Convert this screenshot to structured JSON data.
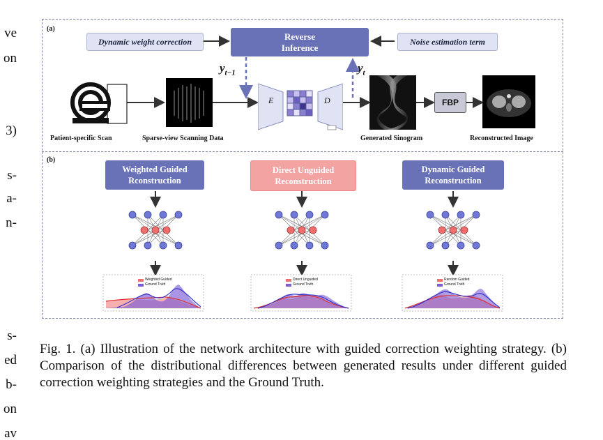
{
  "left_column_fragments": [
    "ve",
    "on",
    "3)",
    "s-",
    "a-",
    "n-",
    "s-",
    "ed",
    "b-",
    "on",
    "av"
  ],
  "figure": {
    "panel_a_label": "(a)",
    "panel_b_label": "(b)",
    "dynamic_weight_correction": "Dynamic weight correction",
    "noise_estimation_term": "Noise estimation term",
    "reverse_inference_line1": "Reverse",
    "reverse_inference_line2": "Inference",
    "y_t_minus_1": "y",
    "y_t_minus_1_sub": "t−1",
    "y_t": "y",
    "y_t_sub": "t",
    "encoder_label": "E",
    "decoder_label": "D",
    "fbp_label": "FBP",
    "patient_scan_caption": "Patient-specific Scan",
    "sparse_view_caption": "Sparse-view Scanning Data",
    "generated_sinogram_caption": "Generated Sinogram",
    "reconstructed_image_caption": "Reconstructed Image",
    "methods": [
      {
        "line1": "Weighted Guided",
        "line2": "Rconstruction",
        "color": "#6a72b7",
        "legend1": "Weighted Guided",
        "legend2": "Ground Truth",
        "legend1_color": "#ef6f6f"
      },
      {
        "line1": "Direct Unguided",
        "line2": "Reconstruction",
        "color": "#f4a3a3",
        "legend1": "Direct Unguided",
        "legend2": "Ground Truth",
        "legend1_color": "#ef6f6f"
      },
      {
        "line1": "Dynamic Guided",
        "line2": "Reconstruction",
        "color": "#6a72b7",
        "legend1": "Random Guided",
        "legend2": "Ground Truth",
        "legend1_color": "#ef6f6f"
      }
    ],
    "colors": {
      "accent_blue": "#6a72b7",
      "node_blue": "#6f78d6",
      "node_red": "#ef6f6f",
      "gt_purple": "#7b5cd6"
    }
  },
  "caption": {
    "text": "Fig. 1.  (a) Illustration of the network architecture with guided correction weighting strategy. (b) Comparison of the distributional differences between generated results under different guided correction weighting strategies and the Ground Truth."
  }
}
